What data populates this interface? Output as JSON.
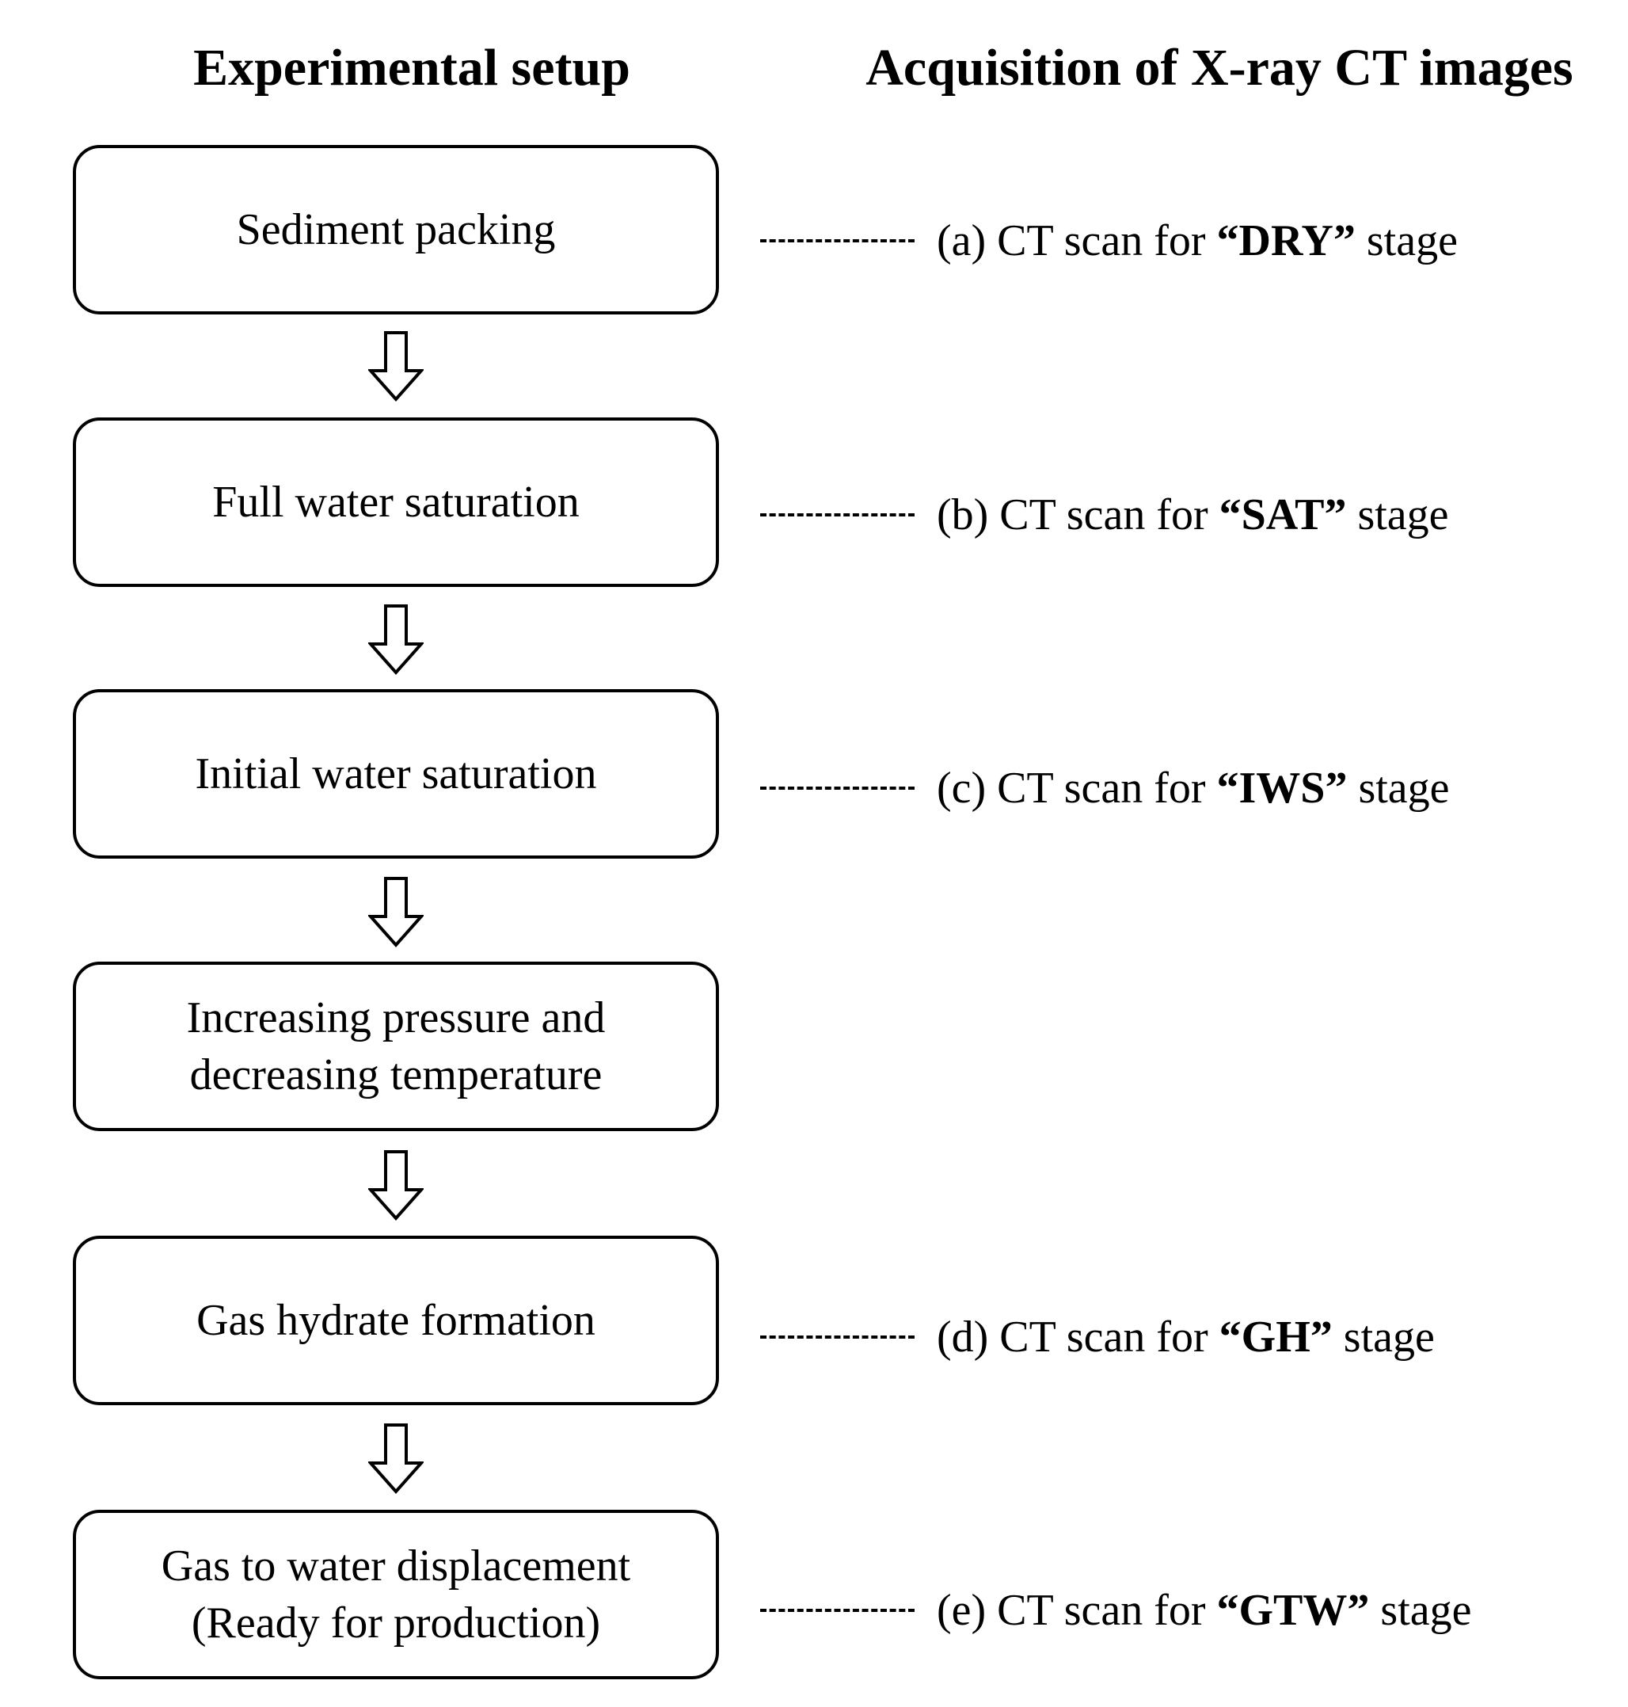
{
  "headings": {
    "left": "Experimental setup",
    "right": "Acquisition of X-ray CT images"
  },
  "steps": [
    {
      "label": "Sediment packing"
    },
    {
      "label": "Full water saturation"
    },
    {
      "label": "Initial water saturation"
    },
    {
      "label": "Increasing pressure and\ndecreasing temperature"
    },
    {
      "label": "Gas hydrate formation"
    },
    {
      "label": "Gas to water displacement\n(Ready for production)"
    }
  ],
  "scans": [
    {
      "prefix": "(a) CT scan for ",
      "stage": "“DRY”",
      "suffix": " stage"
    },
    {
      "prefix": "(b) CT scan for ",
      "stage": "“SAT”",
      "suffix": " stage"
    },
    {
      "prefix": "(c) CT scan for ",
      "stage": "“IWS”",
      "suffix": " stage"
    },
    {
      "prefix": "(d) CT scan for ",
      "stage": "“GH”",
      "suffix": " stage"
    },
    {
      "prefix": "(e) CT scan for ",
      "stage": "“GTW”",
      "suffix": " stage"
    }
  ]
}
